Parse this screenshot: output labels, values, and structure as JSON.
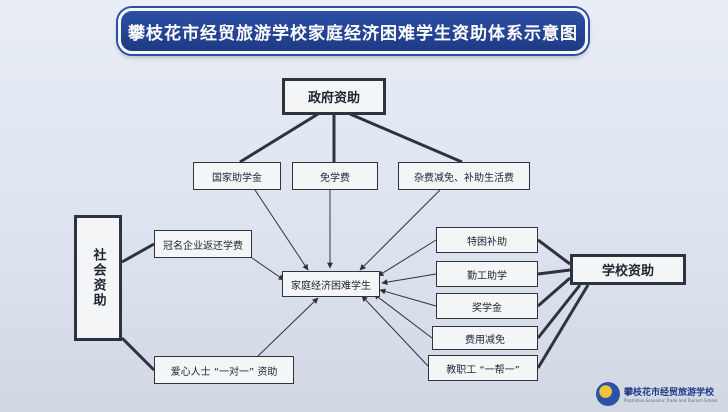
{
  "title": "攀枝花市经贸旅游学校家庭经济困难学生资助体系示意图",
  "nodes": {
    "government": "政府资助",
    "national_grant": "国家助学金",
    "tuition_free": "免学费",
    "fees_waiver": "杂费减免、补助生活费",
    "center": "家庭经济困难学生",
    "society": "社会资助",
    "enterprise": "冠名企业返还学费",
    "caring_people": "爱心人士 “一对一” 资助",
    "school": "学校资助",
    "special_hardship": "特困补助",
    "work_study": "勤工助学",
    "scholarship": "奖学金",
    "fee_reduction": "费用减免",
    "staff_help": "教职工 “一帮一”"
  },
  "logo": {
    "name": "攀枝花市经贸旅游学校",
    "subtitle": "Panzhihua Economic Trade and Tourism School"
  }
}
